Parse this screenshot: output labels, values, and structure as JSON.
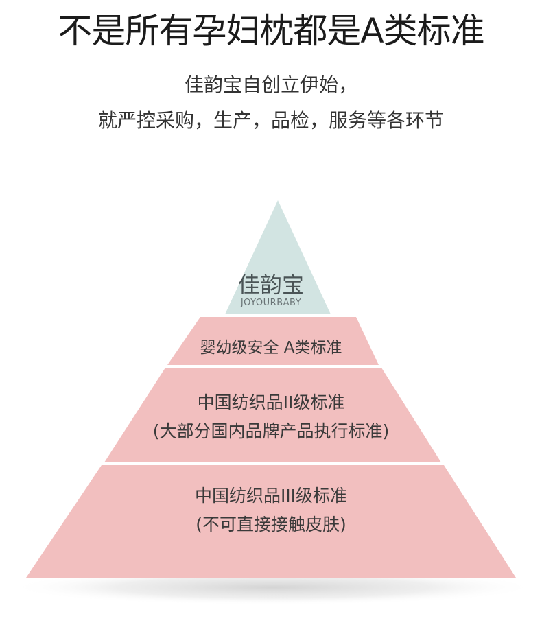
{
  "headline": "不是所有孕妇枕都是A类标准",
  "subtitle": {
    "line1": "佳韵宝自创立伊始，",
    "line2": "就严控采购，生产，品检，服务等各环节"
  },
  "pyramid": {
    "top": {
      "name": "佳韵宝",
      "name_en": "JOYOURBABY",
      "color": "#d2e4e2"
    },
    "tier_a": {
      "label": "婴幼级安全 A类标准",
      "color": "#f2bfbf"
    },
    "tier_b": {
      "label": "中国纺织品II级标准",
      "note": "(大部分国内品牌产品执行标准)",
      "color": "#f2bfbf"
    },
    "tier_c": {
      "label": "中国纺织品III级标准",
      "note": "(不可直接接触皮肤)",
      "color": "#f2bfbf"
    }
  }
}
